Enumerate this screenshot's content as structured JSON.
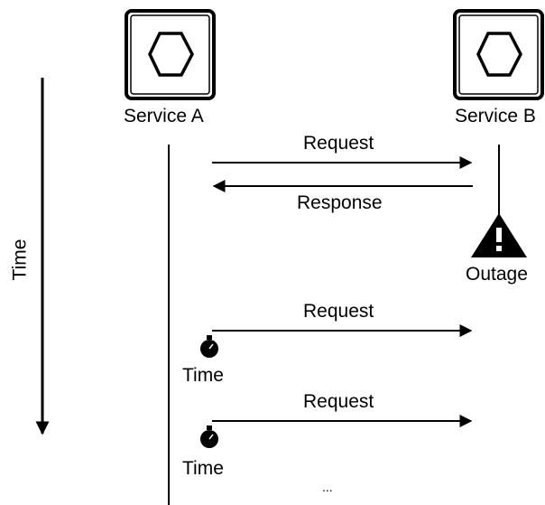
{
  "axis": {
    "label": "Time"
  },
  "services": {
    "a": {
      "name": "Service A",
      "icon": "hexagon-service-icon"
    },
    "b": {
      "name": "Service B",
      "icon": "hexagon-service-icon"
    }
  },
  "messages": {
    "request_1": "Request",
    "response_1": "Response",
    "request_2": "Request",
    "request_3": "Request"
  },
  "outage": {
    "label": "Outage",
    "icon": "warning-triangle-icon"
  },
  "timers": [
    {
      "label": "Time",
      "icon": "stopwatch-icon"
    },
    {
      "label": "Time",
      "icon": "stopwatch-icon"
    }
  ],
  "ellipsis": "..."
}
